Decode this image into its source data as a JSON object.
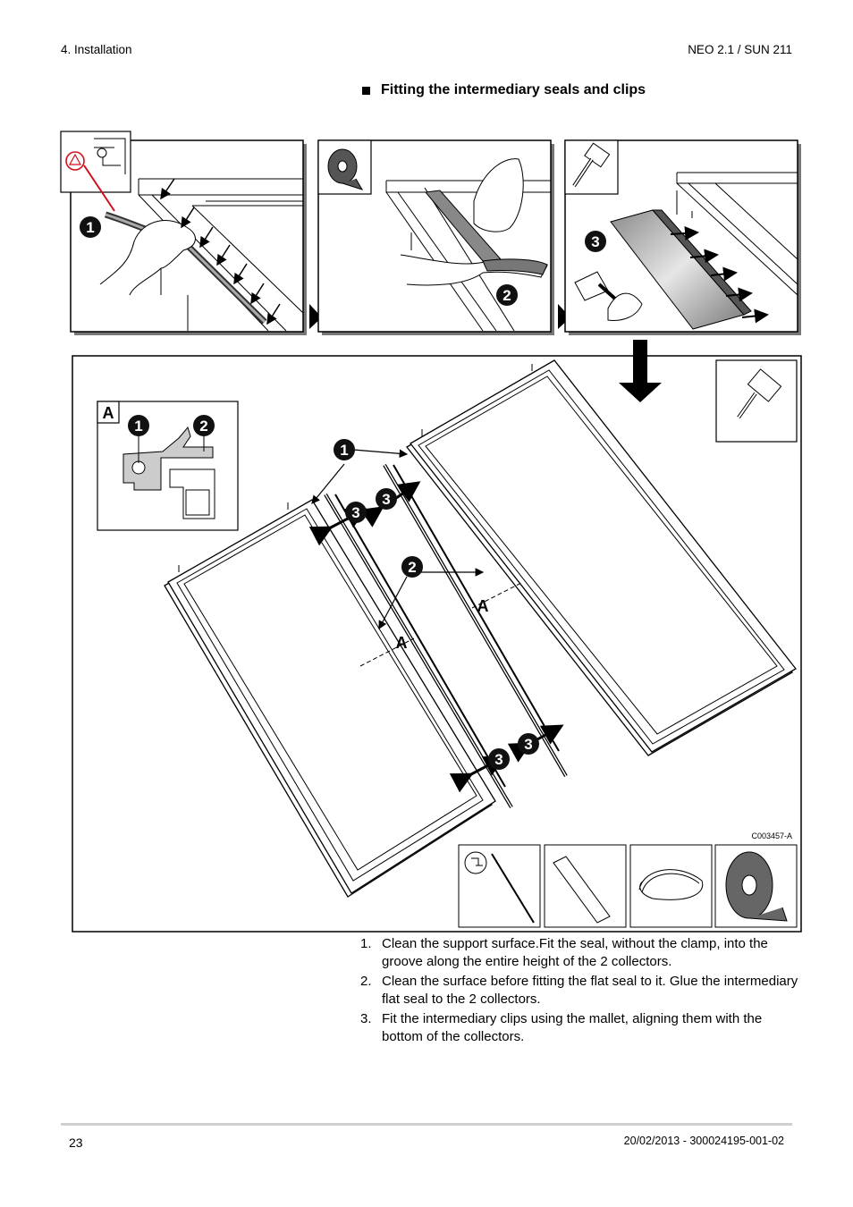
{
  "header": {
    "chapter": "4.  Installation",
    "product": "NEO 2.1 / SUN 211"
  },
  "section": {
    "title": "Fitting the intermediary seals and clips"
  },
  "figure": {
    "reference": "C003457-A",
    "callouts": {
      "one": "1",
      "two": "2",
      "three": "3",
      "detail": "A"
    }
  },
  "steps": [
    {
      "number": "1.",
      "text": "Clean the support surface.Fit the seal, without the clamp, into the groove along the entire height of the 2 collectors."
    },
    {
      "number": "2.",
      "text": "Clean the surface before fitting the flat seal to it. Glue the intermediary flat seal to the 2 collectors."
    },
    {
      "number": "3.",
      "text": "Fit the intermediary clips using the mallet, aligning them with the bottom of the collectors."
    }
  ],
  "footer": {
    "page": "23",
    "doc_ref": "20/02/2013 - 300024195-001-02"
  }
}
